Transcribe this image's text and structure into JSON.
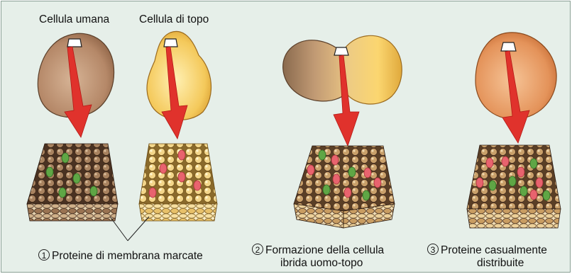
{
  "labels": {
    "human_cell": "Cellula umana",
    "mouse_cell": "Cellula di topo"
  },
  "captions": [
    {
      "number": "1",
      "line1": "Proteine di membrana marcate",
      "line2": ""
    },
    {
      "number": "2",
      "line1": "Formazione della cellula",
      "line2": "ibrida uomo-topo"
    },
    {
      "number": "3",
      "line1": "Proteine casualmente",
      "line2": "distribuite"
    }
  ],
  "colors": {
    "background": "#e6efe9",
    "human_cell": "#b58868",
    "mouse_cell": "#f4c95b",
    "hybrid_cell": "#e4935a",
    "arrow": "#e0322c",
    "human_protein": "#5fa645",
    "mouse_protein": "#e8636e"
  }
}
